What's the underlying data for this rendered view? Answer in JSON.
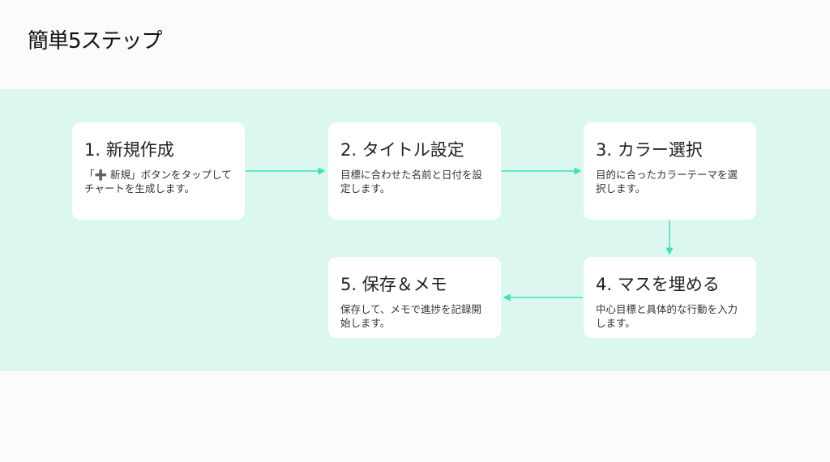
{
  "page_title": "簡単5ステップ",
  "colors": {
    "band": "#dcf7ef",
    "arrow": "#3ee0b5"
  },
  "steps": [
    {
      "title": "1. 新規作成",
      "desc": "「➕ 新規」ボタンをタップしてチャートを生成します。"
    },
    {
      "title": "2. タイトル設定",
      "desc": "目標に合わせた名前と日付を設定します。"
    },
    {
      "title": "3. カラー選択",
      "desc": "目的に合ったカラーテーマを選択します。"
    },
    {
      "title": "4. マスを埋める",
      "desc": "中心目標と具体的な行動を入力します。"
    },
    {
      "title": "5. 保存＆メモ",
      "desc": "保存して、メモで進捗を記録開始します。"
    }
  ]
}
